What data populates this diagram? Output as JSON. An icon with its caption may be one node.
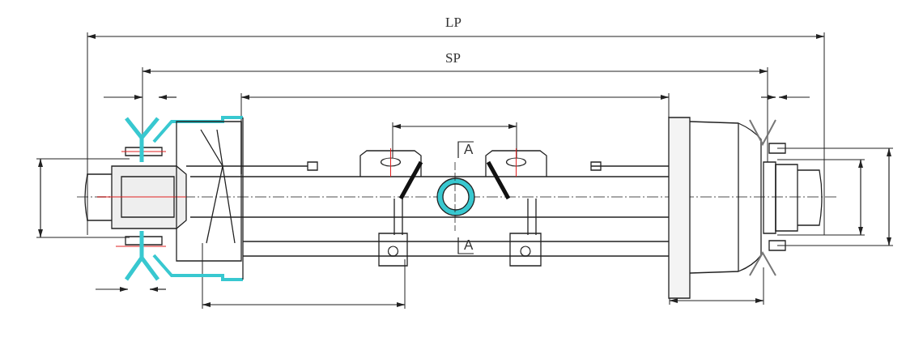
{
  "diagram": {
    "labels": [
      "LP",
      "SP",
      "A",
      "A"
    ]
  }
}
